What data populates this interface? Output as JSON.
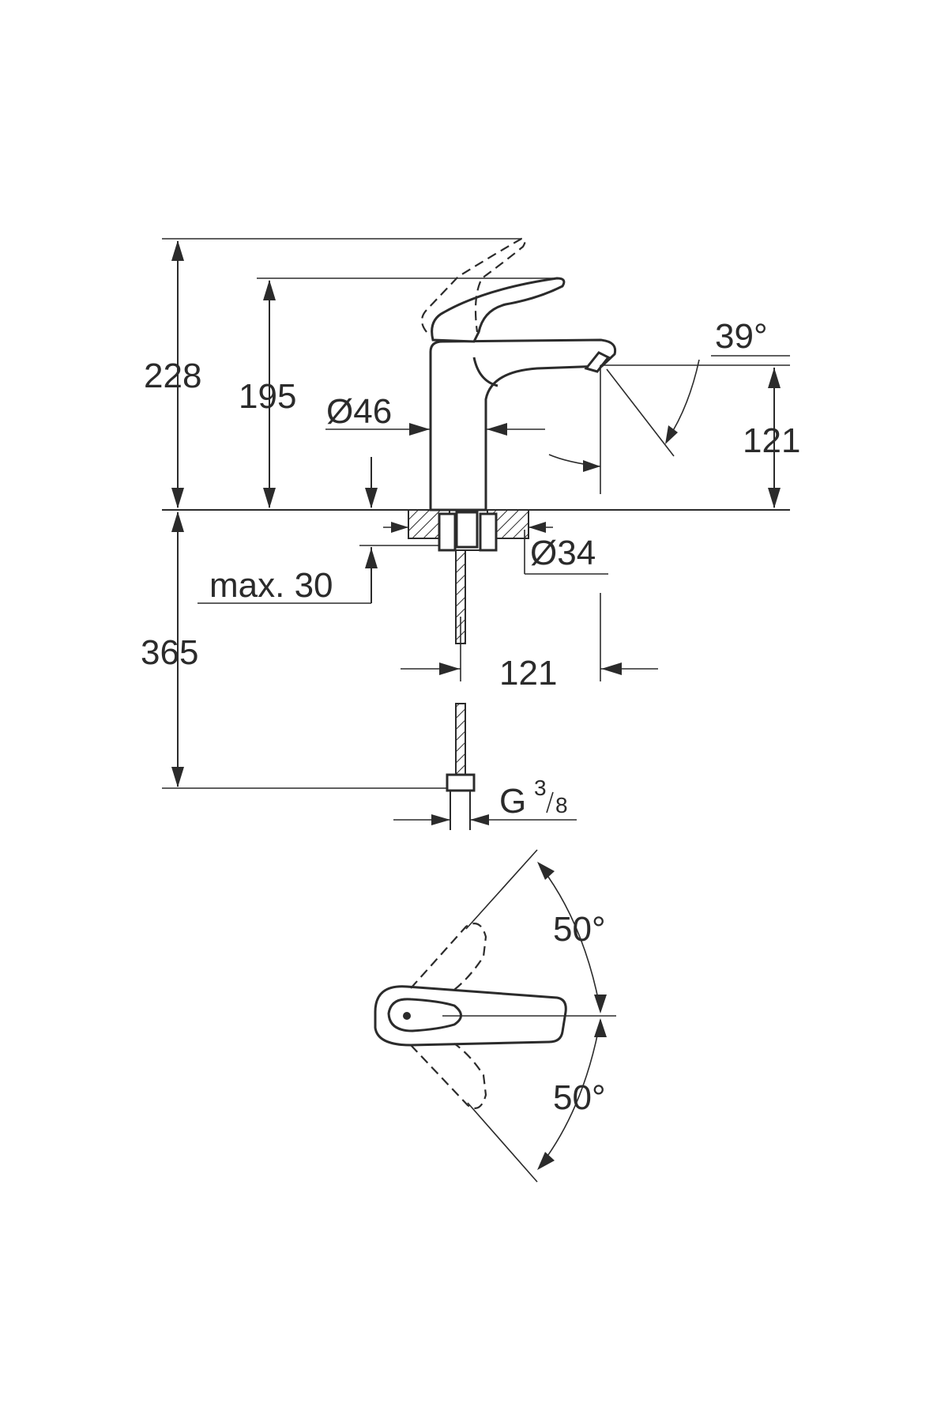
{
  "dimensions": {
    "overall_height": "228",
    "spout_height": "195",
    "body_diameter": "Ø46",
    "spout_angle": "39°",
    "spout_outlet_height": "121",
    "base_diameter": "Ø34",
    "max_deck_thickness": "max. 30",
    "hose_length": "365",
    "spout_projection": "121",
    "connection_thread_letter": "G",
    "connection_thread_num": "3",
    "connection_thread_den": "8",
    "lever_angle_left": "50°",
    "lever_angle_right": "50°"
  },
  "colors": {
    "line": "#2b2b2b",
    "background": "#ffffff"
  }
}
